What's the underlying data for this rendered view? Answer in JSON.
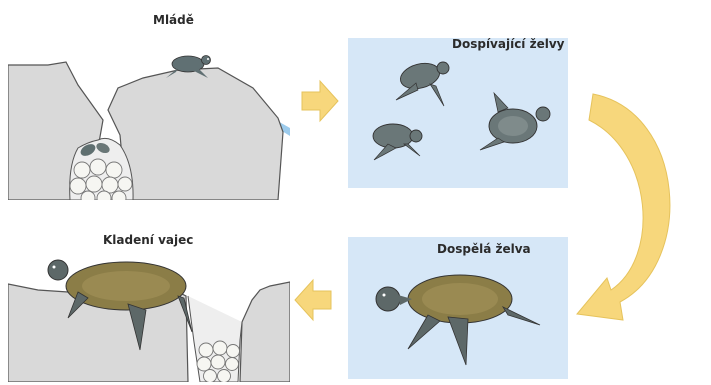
{
  "stages": {
    "hatchlings": {
      "label": "Mládě"
    },
    "juveniles": {
      "label": "Dospívající želvy"
    },
    "adult": {
      "label": "Dospělá želva"
    },
    "egg_laying": {
      "label": "Kladení vajec"
    }
  },
  "colors": {
    "water_panel": "#d6e7f7",
    "rock": "#d9d9d9",
    "arrow_fill": "#f7d77c",
    "turtle_shell": "#7d7a45",
    "turtle_skin": "#5d6868"
  },
  "cycle_order": [
    "hatchlings",
    "juveniles",
    "adult",
    "egg_laying"
  ]
}
